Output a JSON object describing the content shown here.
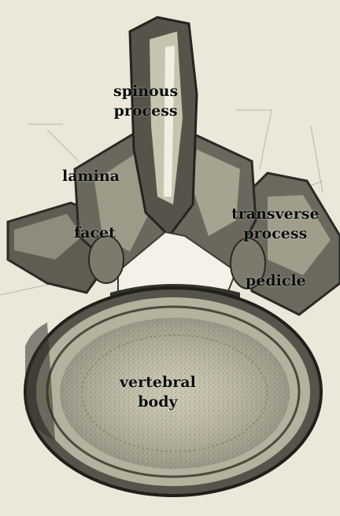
{
  "labels": {
    "spinous_process": [
      "spinous",
      "process"
    ],
    "lamina": "lamina",
    "facet": "facet",
    "transverse_process": [
      "transverse",
      "process"
    ],
    "pedicle": "pedicle",
    "vertebral_body": [
      "vertebral",
      "body"
    ]
  },
  "colors": {
    "paper": "#eeeadc",
    "bone_shadow": "#3a3a32",
    "bone_mid": "#8d8b7c",
    "body_fill": "#c9c6b0",
    "label_text": "#0d0d0d"
  }
}
